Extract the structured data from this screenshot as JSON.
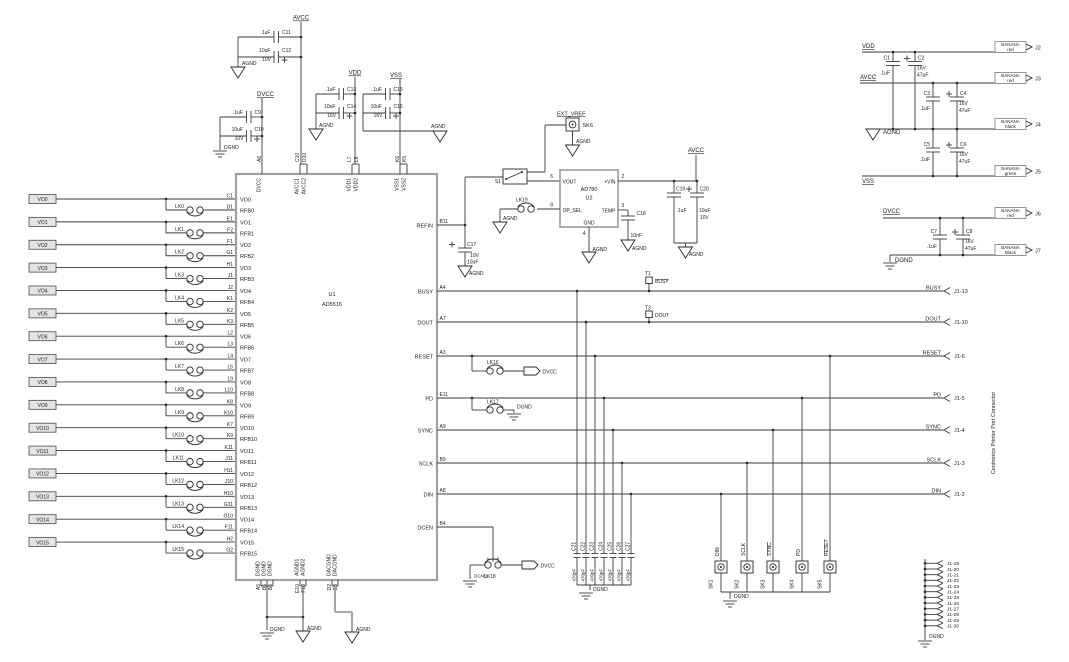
{
  "gnd": {
    "agnd": "AGND",
    "dgnd": "DGND"
  },
  "power_groups": [
    {
      "net": "DVCC",
      "c1": "C9",
      "c1v": ".1uF",
      "c2": "C10",
      "c2v": "10uF",
      "volt": "10V",
      "gnd": "DGND"
    },
    {
      "net": "AVCC",
      "c1": "C11",
      "c1v": ".1uF",
      "c2": "C12",
      "c2v": "10uF",
      "volt": "10V",
      "gnd": "AGND"
    },
    {
      "net": "VDD",
      "c1": "C13",
      "c1v": ".1uF",
      "c2": "C14",
      "c2v": "10uF",
      "volt": "16V",
      "gnd": "AGND"
    },
    {
      "net": "VSS",
      "c1": "C15",
      "c1v": ".1uF",
      "c2": "C16",
      "c2v": "10uF",
      "volt": "16V",
      "gnd": "AGND"
    }
  ],
  "channels": [
    {
      "label": "VO0",
      "link": "LK0",
      "vo": "VO0",
      "vo_pin": "C1",
      "rfb": "RFB0",
      "rfb_pin": "D1"
    },
    {
      "label": "VO1",
      "link": "LK1",
      "vo": "VO1",
      "vo_pin": "E1",
      "rfb": "RFB1",
      "rfb_pin": "F2"
    },
    {
      "label": "VO2",
      "link": "LK2",
      "vo": "VO2",
      "vo_pin": "F1",
      "rfb": "RFB2",
      "rfb_pin": "G1"
    },
    {
      "label": "VO3",
      "link": "LK3",
      "vo": "VO3",
      "vo_pin": "H1",
      "rfb": "RFB3",
      "rfb_pin": "J1"
    },
    {
      "label": "VO4",
      "link": "LK4",
      "vo": "VO4",
      "vo_pin": "J2",
      "rfb": "RFB4",
      "rfb_pin": "K1"
    },
    {
      "label": "VO5",
      "link": "LK5",
      "vo": "VO5",
      "vo_pin": "K2",
      "rfb": "RFB5",
      "rfb_pin": "K3"
    },
    {
      "label": "VO6",
      "link": "LK6",
      "vo": "VO6",
      "vo_pin": "L2",
      "rfb": "RFB6",
      "rfb_pin": "L3"
    },
    {
      "label": "VO7",
      "link": "LK7",
      "vo": "VO7",
      "vo_pin": "L4",
      "rfb": "RFB7",
      "rfb_pin": "L5"
    },
    {
      "label": "VO8",
      "link": "LK8",
      "vo": "VO8",
      "vo_pin": "L9",
      "rfb": "RFB8",
      "rfb_pin": "L10"
    },
    {
      "label": "VO9",
      "link": "LK9",
      "vo": "VO9",
      "vo_pin": "K8",
      "rfb": "RFB9",
      "rfb_pin": "K10"
    },
    {
      "label": "VO10",
      "link": "LK10",
      "vo": "VO10",
      "vo_pin": "K7",
      "rfb": "RFB10",
      "rfb_pin": "K9"
    },
    {
      "label": "VO11",
      "link": "LK11",
      "vo": "VO11",
      "vo_pin": "K11",
      "rfb": "RFB11",
      "rfb_pin": "J11"
    },
    {
      "label": "VO12",
      "link": "LK12",
      "vo": "VO12",
      "vo_pin": "H11",
      "rfb": "RFB12",
      "rfb_pin": "J10"
    },
    {
      "label": "VO13",
      "link": "LK13",
      "vo": "VO13",
      "vo_pin": "H10",
      "rfb": "RFB13",
      "rfb_pin": "G11"
    },
    {
      "label": "VO14",
      "link": "LK14",
      "vo": "VO14",
      "vo_pin": "G10",
      "rfb": "RFB14",
      "rfb_pin": "F11"
    },
    {
      "label": "VO15",
      "link": "LK15",
      "vo": "VO15",
      "vo_pin": "H2",
      "rfb": "RFB15",
      "rfb_pin": "G2"
    }
  ],
  "u1": {
    "ref": "U1",
    "part": "AD5516",
    "top_pins": [
      {
        "pin": "A6",
        "name": "DVCC"
      },
      {
        "pin": "C10",
        "name": "AVCC1"
      },
      {
        "pin": "D10",
        "name": "AVCC2"
      },
      {
        "pin": "L7",
        "name": "VDD1"
      },
      {
        "pin": "L8",
        "name": "VDD2"
      },
      {
        "pin": "K6",
        "name": "VSS1"
      },
      {
        "pin": "K5",
        "name": "VSS2"
      }
    ],
    "bottom_pins": [
      {
        "pin": "A5",
        "name": "DGND"
      },
      {
        "pin": "B5",
        "name": "DGND"
      },
      {
        "pin": "B6",
        "name": "DGND"
      },
      {
        "pin": "E10",
        "name": "AGND1"
      },
      {
        "pin": "F10",
        "name": "AGND2"
      },
      {
        "pin": "D2",
        "name": "DACGND"
      },
      {
        "pin": "D3",
        "name": "DACGND"
      }
    ],
    "right_pins": [
      {
        "label": "REFIN",
        "pin": "B11",
        "bar": false
      },
      {
        "label": "BUSY",
        "pin": "A4",
        "bar": true
      },
      {
        "label": "DOUT",
        "pin": "A7",
        "bar": false
      },
      {
        "label": "RESET",
        "pin": "A3",
        "bar": true
      },
      {
        "label": "PD",
        "pin": "E11",
        "bar": false
      },
      {
        "label": "SYNC",
        "pin": "A9",
        "bar": true
      },
      {
        "label": "SCLK",
        "pin": "B9",
        "bar": false
      },
      {
        "label": "DIN",
        "pin": "A8",
        "bar": false
      },
      {
        "label": "DCEN",
        "pin": "B4",
        "bar": false
      }
    ]
  },
  "vref": {
    "ext_label": "EXT_VREF",
    "sk": "SK6",
    "s1": "S1",
    "u2_ref": "U2",
    "u2_part": "AD780",
    "vout": "VOUT",
    "vout_pin": "6",
    "vin": "+VIN",
    "vin_pin": "2",
    "opsel": "OP_SEL",
    "opsel_pin": "8",
    "temp": "TEMP",
    "temp_pin": "3",
    "gnd_label": "GND",
    "gnd_pin": "4",
    "lk19": "LK19",
    "avcc": "AVCC",
    "c17": "C17",
    "c17_volt": "10V",
    "c17_val": "10uF",
    "c18": "C18",
    "c18_val": "10nF",
    "c19": "C19",
    "c19_val": ".1uF",
    "c20": "C20",
    "c20_val": "10uF",
    "c20_volt": "10V"
  },
  "links": {
    "lk16": "LK16",
    "lk16_tag": "DVCC",
    "lk17": "LK17",
    "lk18": "LK18",
    "lk18_a": "A",
    "lk18_b": "B",
    "lk18_tag": "DVCC"
  },
  "testpoints": [
    {
      "ref": "T1",
      "label": "BUSY",
      "bar": true
    },
    {
      "ref": "T3",
      "label": "DOUT",
      "bar": false
    }
  ],
  "bypass": {
    "value": "470pF",
    "refs": [
      "C21",
      "C22",
      "C23",
      "C24",
      "C25",
      "C26",
      "C27"
    ]
  },
  "sockets": [
    {
      "ref": "SK1",
      "signal": "DIN",
      "bar": false
    },
    {
      "ref": "SK2",
      "signal": "SCLK",
      "bar": false
    },
    {
      "ref": "SK3",
      "signal": "SYNC",
      "bar": true
    },
    {
      "ref": "SK4",
      "signal": "PD",
      "bar": false
    },
    {
      "ref": "SK5",
      "signal": "RESET",
      "bar": true
    }
  ],
  "port": {
    "title": "Centronics Printer Port Connector",
    "signals": [
      {
        "name": "BUSY",
        "bar": true,
        "pin": "J1-13"
      },
      {
        "name": "DOUT",
        "bar": false,
        "pin": "J1-10"
      },
      {
        "name": "RESET",
        "bar": true,
        "pin": "J1-6"
      },
      {
        "name": "PD",
        "bar": false,
        "pin": "J1-5"
      },
      {
        "name": "SYNC",
        "bar": true,
        "pin": "J1-4"
      },
      {
        "name": "SCLK",
        "bar": false,
        "pin": "J1-3"
      },
      {
        "name": "DIN",
        "bar": false,
        "pin": "J1-2"
      }
    ],
    "ground_pins": [
      "J1-19",
      "J1-20",
      "J1-21",
      "J1-22",
      "J1-23",
      "J1-24",
      "J1-25",
      "J1-26",
      "J1-27",
      "J1-28",
      "J1-29",
      "J1-30"
    ]
  },
  "jacks": [
    {
      "net": "VDD",
      "type": "BANANA",
      "color": "red",
      "ref": "J2"
    },
    {
      "net": "AVCC",
      "type": "BANANA",
      "color": "red",
      "ref": "J3"
    },
    {
      "net": "AGND",
      "type": "BANANA",
      "color": "black",
      "ref": "J4"
    },
    {
      "net": "VSS",
      "type": "BANANA",
      "color": "green",
      "ref": "J5"
    },
    {
      "net": "DVCC",
      "type": "BANANA",
      "color": "red",
      "ref": "J6"
    },
    {
      "net": "DGND",
      "type": "BANANA",
      "color": "Black",
      "ref": "J7"
    }
  ],
  "jack_caps": [
    {
      "c1": "C1",
      "v1": ".1uF",
      "c2": "C2",
      "volt": "16V",
      "v2": "47uF"
    },
    {
      "c1": "C3",
      "v1": ".1uF",
      "c2": "C4",
      "volt": "16V",
      "v2": "47uF"
    },
    {
      "c1": "C5",
      "v1": ".1uF",
      "c2": "C6",
      "volt": "16V",
      "v2": "47uF"
    },
    {
      "c1": "C7",
      "v1": ".1uF",
      "c2": "C8",
      "volt": "16V",
      "v2": "47uF"
    }
  ]
}
